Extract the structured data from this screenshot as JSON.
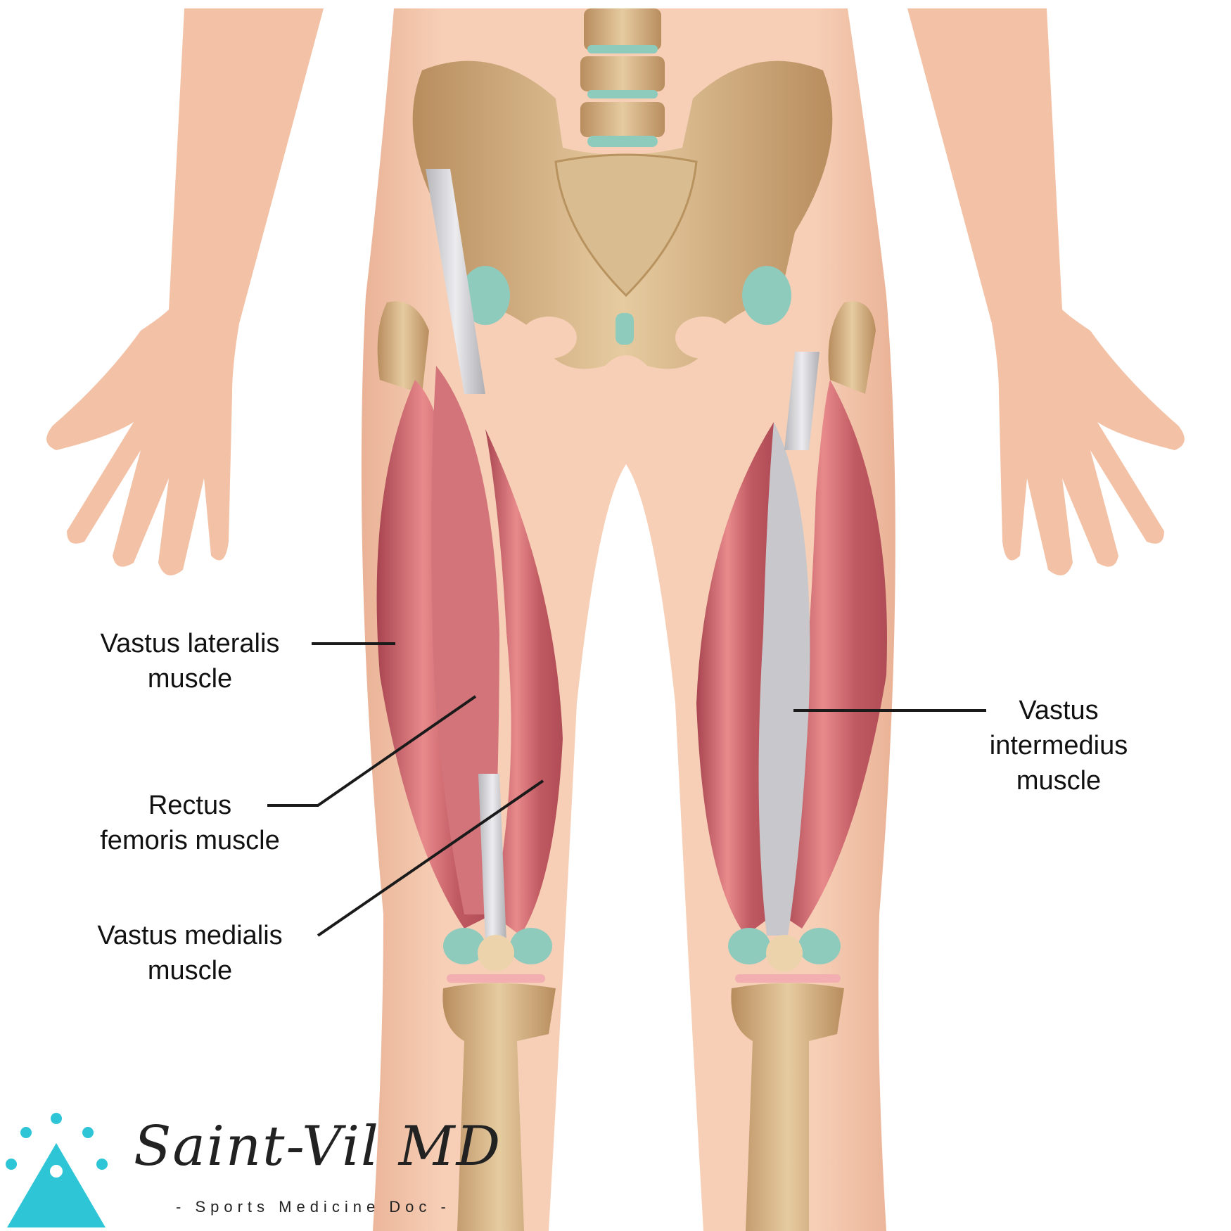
{
  "labels": {
    "vastus_lateralis": [
      "Vastus lateralis",
      "muscle"
    ],
    "rectus_femoris": [
      "Rectus",
      "femoris muscle"
    ],
    "vastus_medialis": [
      "Vastus medialis",
      "muscle"
    ],
    "vastus_intermedius": [
      "Vastus",
      "intermedius",
      "muscle"
    ]
  },
  "logo": {
    "name": "Saint-Vil MD",
    "tagline": "- Sports Medicine Doc -"
  },
  "colors": {
    "skin": "#f5cdb4",
    "muscle": "#c9636a",
    "bone": "#d8b98e",
    "cartilage": "#9fd0c4",
    "logo": "#2ec5d6"
  }
}
